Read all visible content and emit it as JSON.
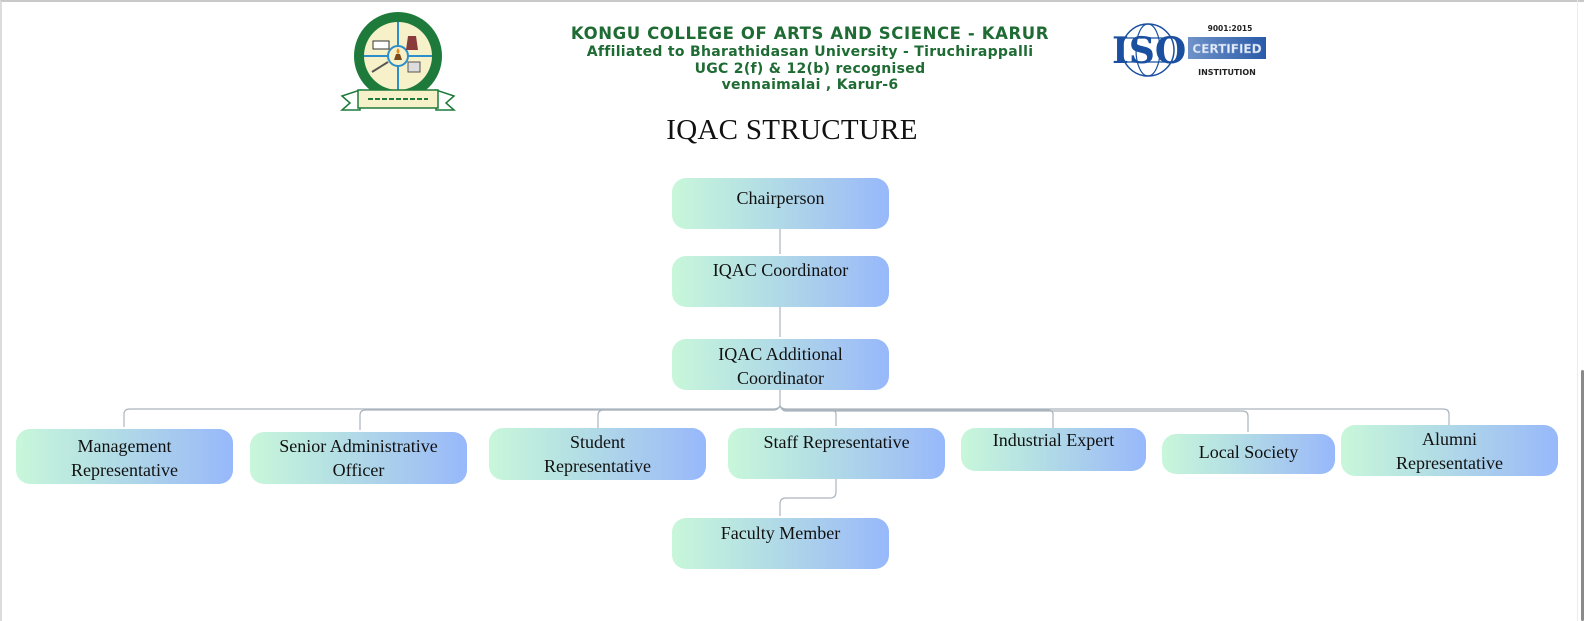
{
  "header": {
    "college_name": "KONGU COLLEGE OF ARTS AND SCIENCE - KARUR",
    "affiliation": "Affiliated to Bharathidasan University - Tiruchirappalli",
    "recognition": "UGC 2(f) & 12(b) recognised",
    "location": "vennaimalai , Karur-6",
    "left_logo": "college-emblem",
    "iso": {
      "standard": "9001:2015",
      "mark": "ISO",
      "badge": "CERTIFIED",
      "caption": "INSTITUTION"
    }
  },
  "title": "IQAC STRUCTURE",
  "colors": {
    "header_green": "#1f6b34",
    "node_gradient_start": "#c8f7da",
    "node_gradient_end": "#97b8fb",
    "connector": "#aab4bd"
  },
  "chart_data": {
    "type": "org-chart",
    "nodes": [
      {
        "id": "chairperson",
        "label": "Chairperson",
        "parent": null
      },
      {
        "id": "iqac-coordinator",
        "label": "IQAC Coordinator",
        "parent": "chairperson"
      },
      {
        "id": "iqac-additional-coordinator",
        "label": "IQAC Additional Coordinator",
        "parent": "iqac-coordinator"
      },
      {
        "id": "management-representative",
        "label": "Management Representative",
        "parent": "iqac-additional-coordinator"
      },
      {
        "id": "senior-administrative-officer",
        "label": "Senior Administrative Officer",
        "parent": "iqac-additional-coordinator"
      },
      {
        "id": "student-representative",
        "label": "Student Representative",
        "parent": "iqac-additional-coordinator"
      },
      {
        "id": "staff-representative",
        "label": "Staff Representative",
        "parent": "iqac-additional-coordinator"
      },
      {
        "id": "industrial-expert",
        "label": "Industrial Expert",
        "parent": "iqac-additional-coordinator"
      },
      {
        "id": "local-society",
        "label": "Local Society",
        "parent": "iqac-additional-coordinator"
      },
      {
        "id": "alumni-representative",
        "label": "Alumni Representative",
        "parent": "iqac-additional-coordinator"
      },
      {
        "id": "faculty-member",
        "label": "Faculty Member",
        "parent": "staff-representative"
      }
    ]
  },
  "nodes": {
    "chairperson": {
      "line1": "Chairperson",
      "line2": ""
    },
    "iqac_coordinator": {
      "line1": "IQAC Coordinator",
      "line2": ""
    },
    "iqac_additional": {
      "line1": "IQAC Additional",
      "line2": "Coordinator"
    },
    "management": {
      "line1": "Management",
      "line2": "Representative"
    },
    "senior_admin": {
      "line1": "Senior Administrative",
      "line2": "Officer"
    },
    "student": {
      "line1": "Student",
      "line2": "Representative"
    },
    "staff": {
      "line1": "Staff Representative",
      "line2": ""
    },
    "industrial": {
      "line1": "Industrial Expert",
      "line2": ""
    },
    "local_society": {
      "line1": "Local Society",
      "line2": ""
    },
    "alumni": {
      "line1": "Alumni",
      "line2": "Representative"
    },
    "faculty": {
      "line1": "Faculty Member",
      "line2": ""
    }
  }
}
